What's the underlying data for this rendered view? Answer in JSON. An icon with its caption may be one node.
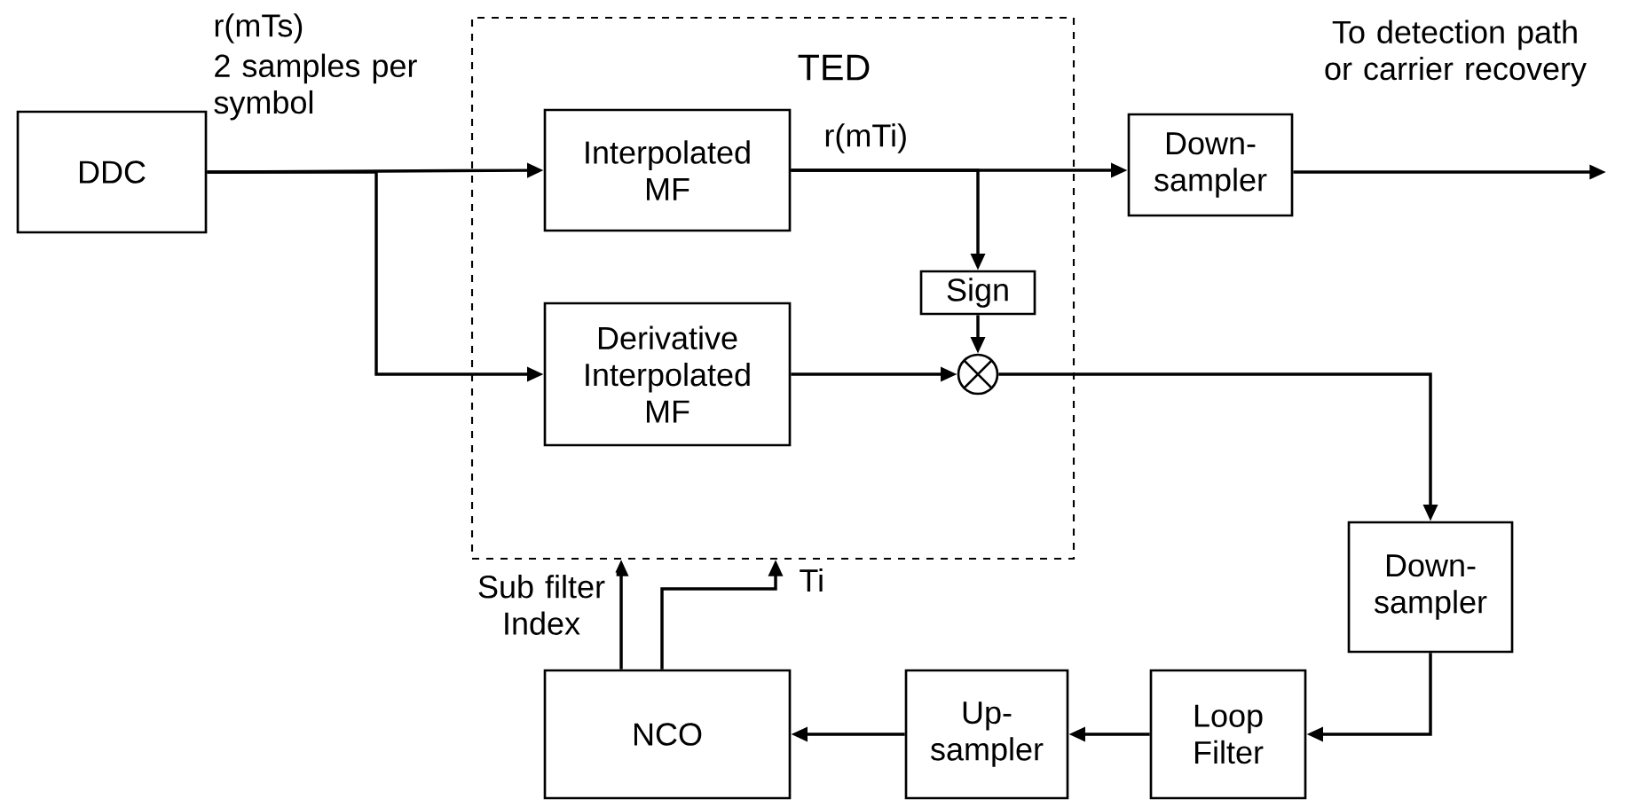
{
  "diagram": {
    "nodes": [
      {
        "text": [
          "DDC"
        ]
      },
      {
        "text": [
          "TED"
        ]
      },
      {
        "text": [
          "Interpolated MF"
        ],
        "in": 1
      },
      {
        "text": [
          "Derivative Interpolated MF"
        ],
        "in": 1
      },
      {
        "text": [
          "Sign"
        ],
        "in": 1
      },
      {
        "text": [],
        "shape": "circle",
        "in": 1
      },
      {
        "text": [
          "Down-sampler"
        ]
      },
      {
        "text": [
          "Down-sampler"
        ]
      },
      {
        "text": [
          "Loop Filter"
        ]
      },
      {
        "text": [
          "Up-sampler"
        ]
      },
      {
        "text": [
          "NCO"
        ]
      }
    ],
    "edges": [
      {
        "from": 0,
        "to": 2,
        "arrow": "to",
        "label": "r(mTs)"
      },
      {
        "from": 0,
        "to": 3,
        "arrow": "to"
      },
      {
        "from": 2,
        "to": 6,
        "arrow": "to",
        "label": "r(mTi)"
      },
      {
        "from": 2,
        "to": 4,
        "arrow": "to"
      },
      {
        "from": 4,
        "to": 5,
        "arrow": "to"
      },
      {
        "from": 3,
        "to": 5,
        "arrow": "to"
      },
      {
        "from": 6,
        "to": null,
        "arrow": "to",
        "label": "To detection path or carrier recovery"
      },
      {
        "from": 5,
        "to": 7,
        "arrow": "to"
      },
      {
        "from": 7,
        "to": 8,
        "arrow": "to"
      },
      {
        "from": 8,
        "to": 9,
        "arrow": "to"
      },
      {
        "from": 9,
        "to": 10,
        "arrow": "to"
      },
      {
        "from": 10,
        "to": 1,
        "arrow": "to",
        "label": "Sub filter Index"
      },
      {
        "from": 10,
        "to": 1,
        "arrow": "to",
        "label": "Ti"
      }
    ],
    "labels": [
      "2 samples per symbol"
    ]
  }
}
